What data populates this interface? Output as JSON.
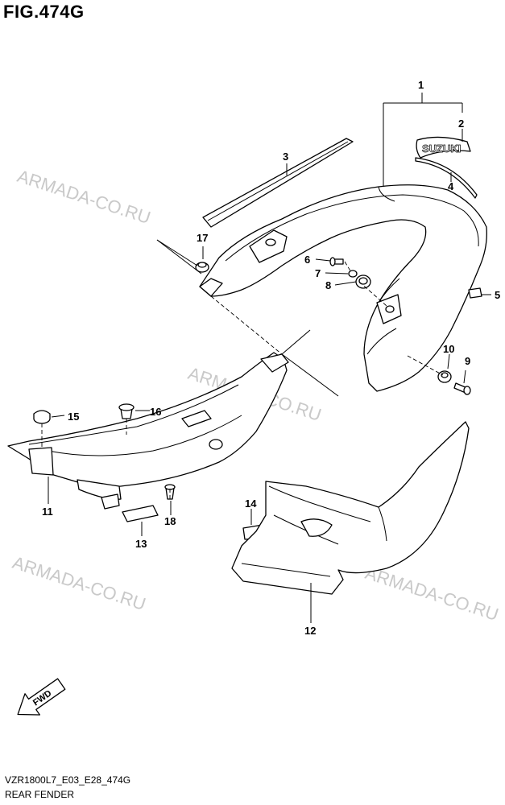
{
  "figure": {
    "title": "FIG.474G",
    "code": "VZR1800L7_E03_E28_474G",
    "name": "REAR FENDER"
  },
  "watermarks": [
    "ARMADA-CO.RU",
    "ARMADA-CO.RU",
    "ARMADA-CO.RU",
    "ARMADA-CO.RU"
  ],
  "emblem_text": "SUZUKI",
  "fwd_label": "FWD",
  "callouts": [
    "1",
    "2",
    "3",
    "4",
    "5",
    "6",
    "7",
    "8",
    "9",
    "10",
    "11",
    "12",
    "13",
    "14",
    "15",
    "16",
    "17",
    "18"
  ]
}
